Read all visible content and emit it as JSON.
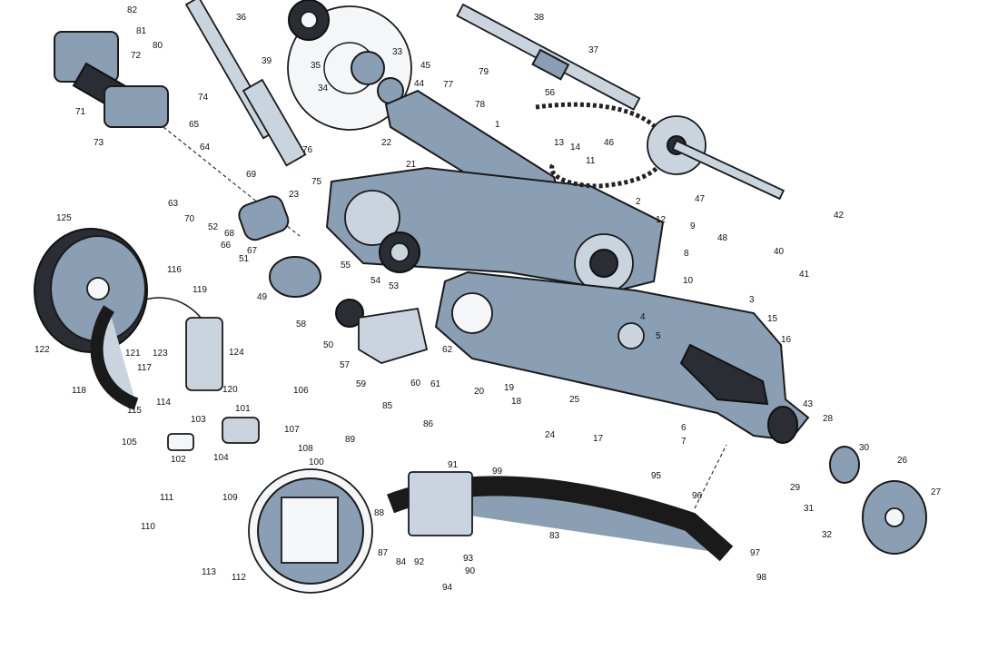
{
  "figure": {
    "callouts": [
      "1",
      "2",
      "3",
      "4",
      "5",
      "6",
      "7",
      "8",
      "9",
      "10",
      "11",
      "12",
      "13",
      "14",
      "15",
      "16",
      "17",
      "18",
      "19",
      "20",
      "21",
      "22",
      "23",
      "24",
      "25",
      "26",
      "27",
      "28",
      "29",
      "30",
      "31",
      "32",
      "33",
      "34",
      "35",
      "36",
      "37",
      "38",
      "39",
      "40",
      "41",
      "42",
      "43",
      "44",
      "45",
      "46",
      "47",
      "48",
      "49",
      "50",
      "51",
      "52",
      "53",
      "54",
      "55",
      "56",
      "57",
      "58",
      "59",
      "60",
      "61",
      "62",
      "63",
      "64",
      "65",
      "66",
      "67",
      "68",
      "69",
      "70",
      "71",
      "72",
      "73",
      "74",
      "75",
      "76",
      "77",
      "78",
      "79",
      "80",
      "81",
      "82",
      "83",
      "84",
      "85",
      "86",
      "87",
      "88",
      "89",
      "90",
      "91",
      "92",
      "93",
      "94",
      "95",
      "96",
      "97",
      "98",
      "99",
      "100",
      "101",
      "102",
      "103",
      "104",
      "105",
      "106",
      "107",
      "108",
      "109",
      "110",
      "111",
      "112",
      "113",
      "114",
      "115",
      "116",
      "117",
      "118",
      "119",
      "120",
      "121",
      "122",
      "123",
      "124",
      "125"
    ]
  }
}
